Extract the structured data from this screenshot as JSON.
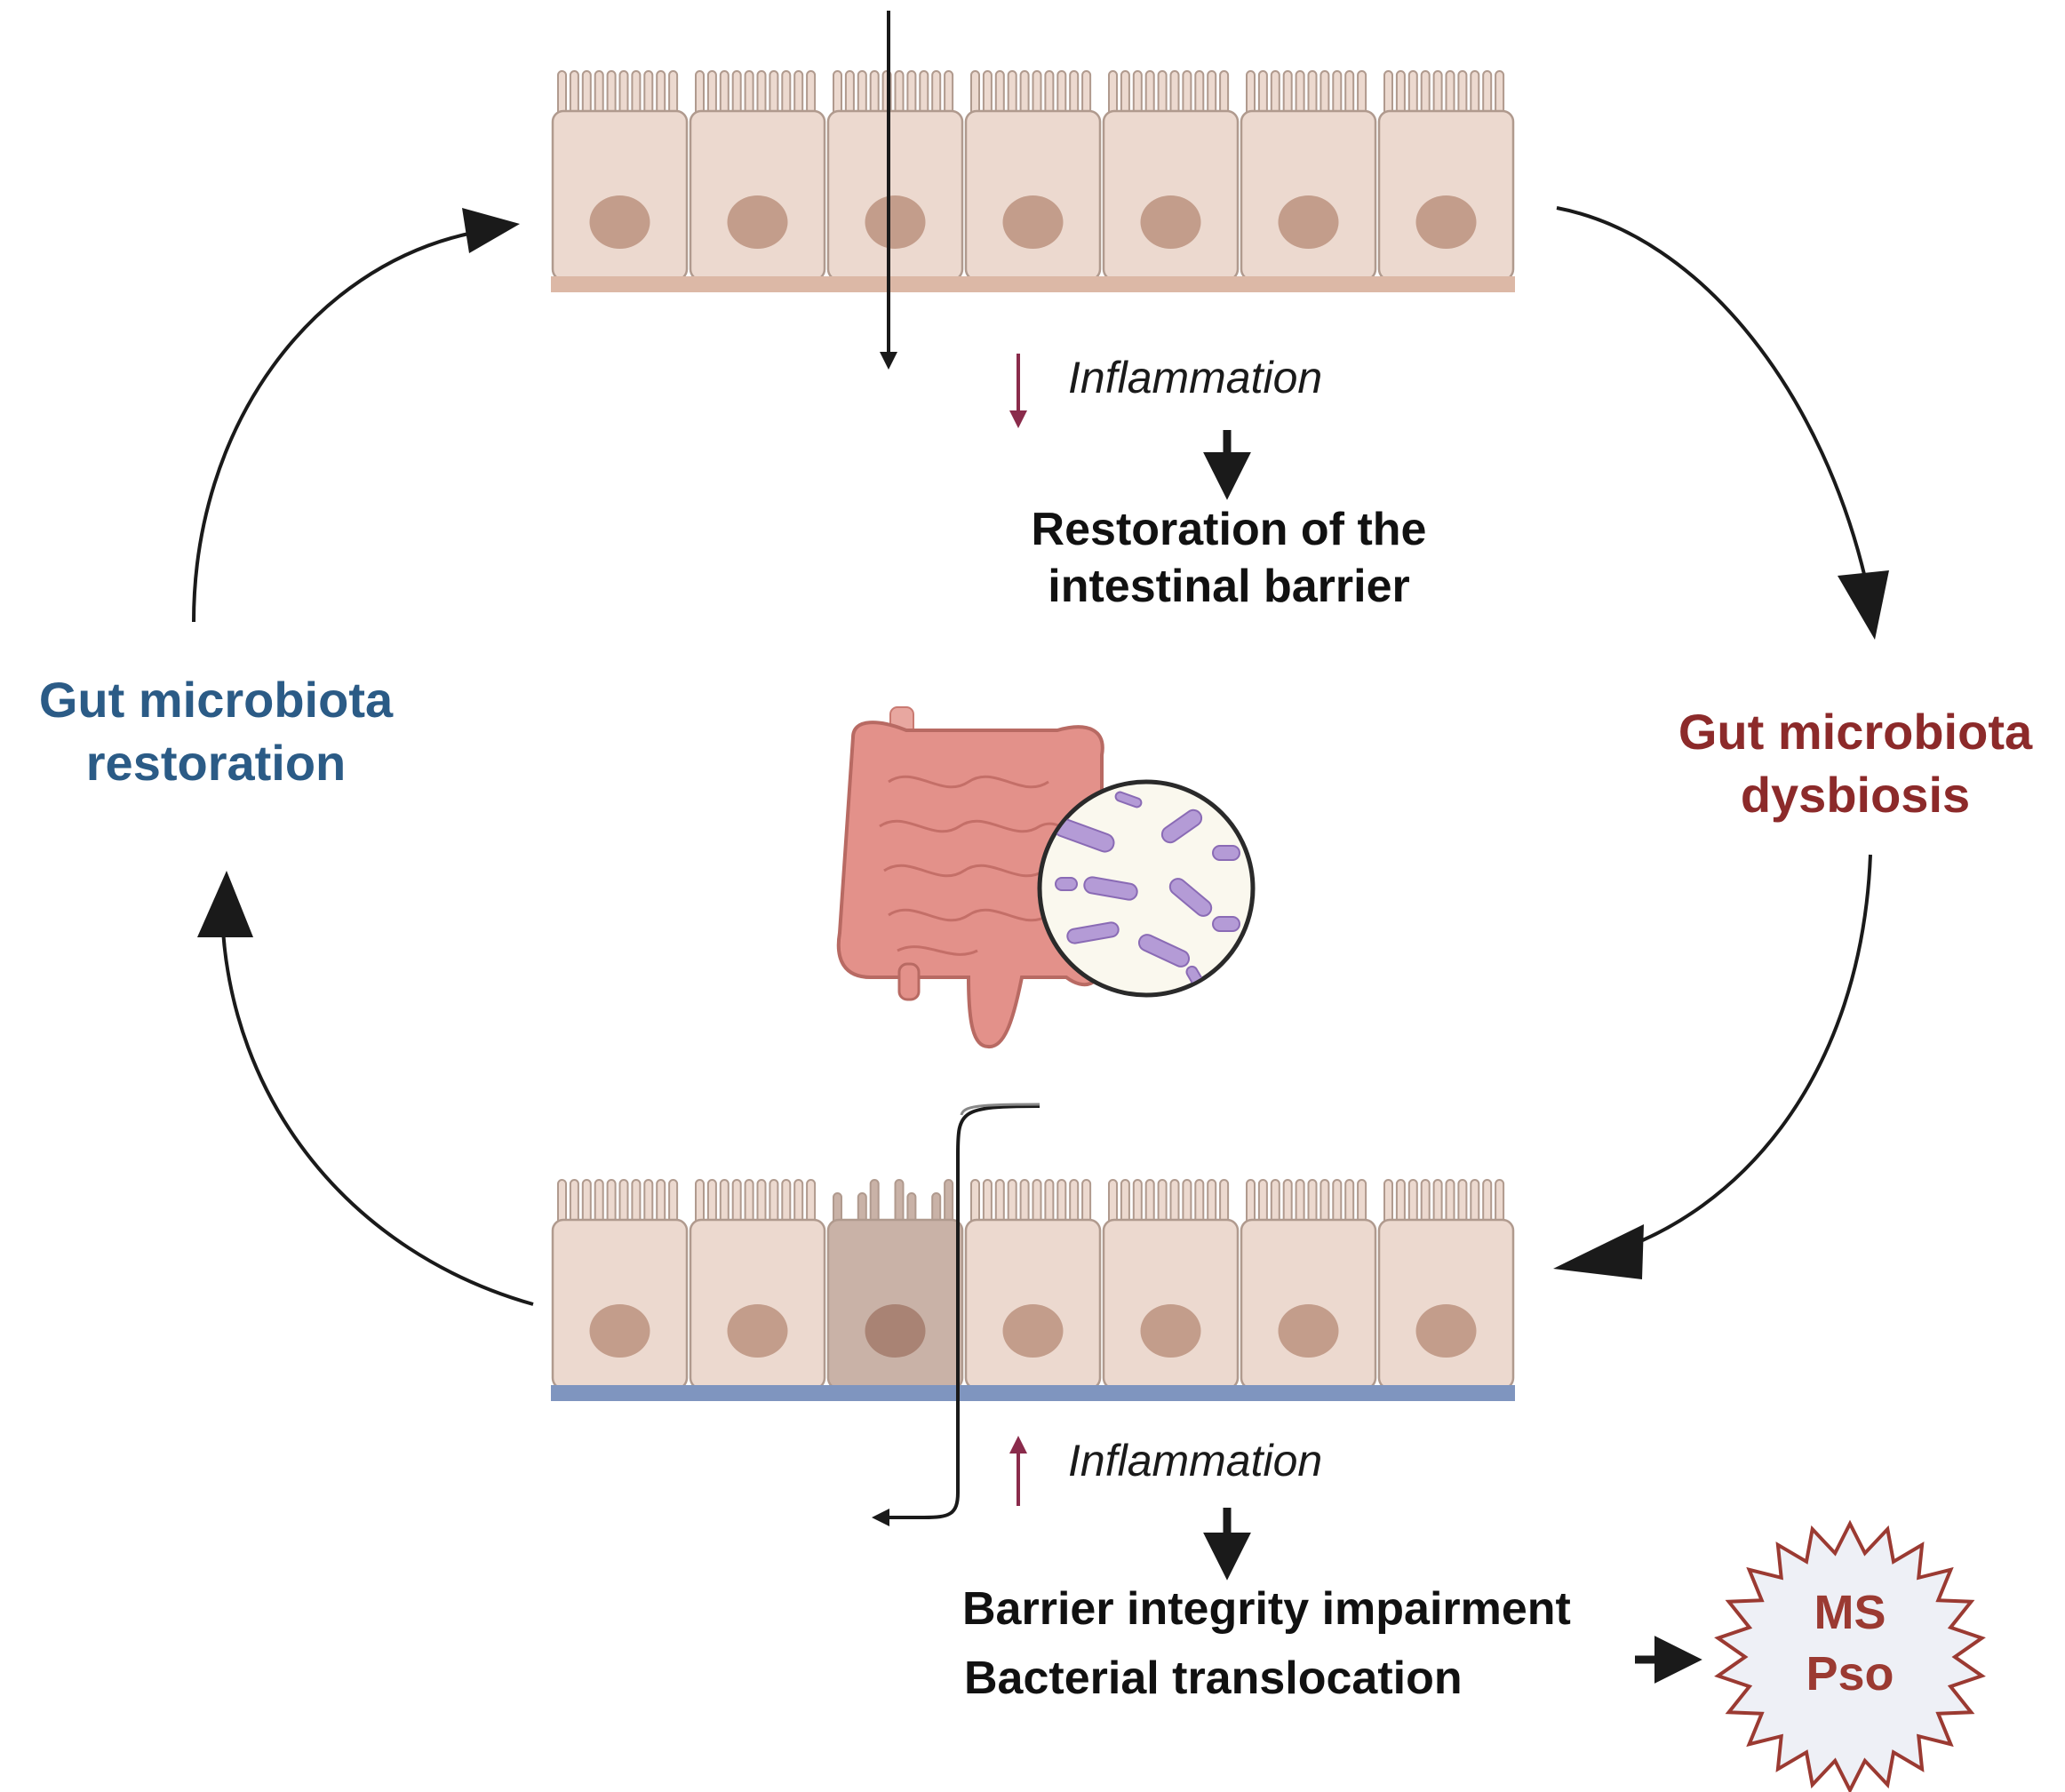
{
  "labels": {
    "top_inflammation": "Inflammation",
    "restoration_line1": "Restoration of the",
    "restoration_line2": "intestinal barrier",
    "restoration_cycle_line1": "Gut microbiota",
    "restoration_cycle_line2": "restoration",
    "dysbiosis_line1": "Gut microbiota",
    "dysbiosis_line2": "dysbiosis",
    "bottom_inflammation": "Inflammation",
    "impairment": "Barrier integrity impairment",
    "translocation": "Bacterial translocation",
    "disease_1": "MS",
    "disease_2": "Pso"
  },
  "colors": {
    "restoration_blue": "#2b5b86",
    "dysbiosis_red": "#8c2a2a",
    "inflammation_arrow": "#8a2b4b",
    "cell_fill": "#ecd9cf",
    "cell_stroke": "#b09a8e",
    "nucleus": "#c39d8b",
    "healthy_base": "#dcb8a6",
    "leaky_base": "#7f95bf",
    "damaged_cell": "#c9b2a7",
    "star_fill": "#eef0f6",
    "star_stroke": "#9b3a32",
    "intestine": "#e3918a",
    "bacteria": "#b49bd6"
  },
  "icons": [
    "intestine-icon",
    "bacteria-magnifier-icon",
    "disease-burst-icon"
  ]
}
